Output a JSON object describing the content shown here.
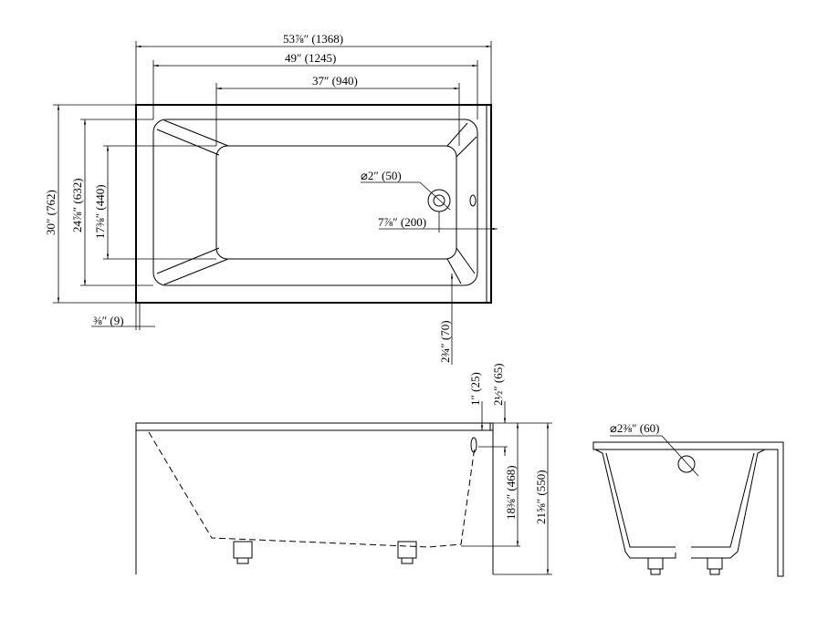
{
  "title": "Bathtub dimension drawing",
  "top_view": {
    "overall_length": "53⅞″ (1368)",
    "inner_length": "49″ (1245)",
    "floor_length": "37″ (940)",
    "overall_width": "30″ (762)",
    "inner_width": "24⅞″ (632)",
    "floor_width": "17⅜″ (440)",
    "skirt_offset": "⅜″ (9)",
    "drain_diameter": "⌀2″ (50)",
    "drain_offset": "7⅞″ (200)",
    "rim_width": "2¾″ (70)"
  },
  "side_view": {
    "overflow_from_top": "1″ (25)",
    "overflow_center": "2½″ (65)",
    "inner_depth": "18⅜″ (468)",
    "overall_height": "21⅝″ (550)"
  },
  "end_view": {
    "overflow_diameter": "⌀2⅜″ (60)"
  }
}
